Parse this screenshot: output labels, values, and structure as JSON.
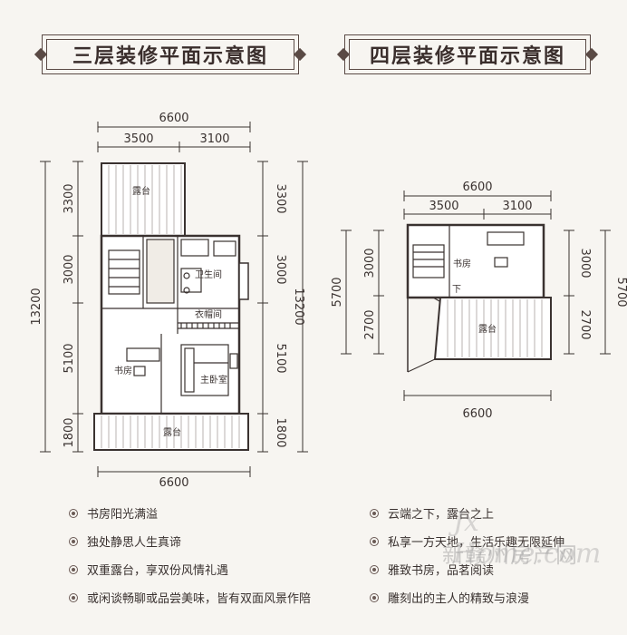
{
  "floor3": {
    "title": "三层装修平面示意图",
    "dim_top_total": "6600",
    "dim_top_left": "3500",
    "dim_top_right": "3100",
    "dim_left_total": "13200",
    "dim_left_segments": [
      "3300",
      "3000",
      "5100",
      "1800"
    ],
    "dim_right_total": "13200",
    "dim_right_segments": [
      "3300",
      "3000",
      "5100",
      "1800"
    ],
    "dim_bottom": "6600",
    "rooms": {
      "terrace_top": "露台",
      "bathroom": "卫生间",
      "wardrobe": "衣帽间",
      "study": "书房",
      "master_bedroom": "主卧室",
      "terrace_bottom": "露台"
    },
    "features": [
      "书房阳光满溢",
      "独处静思人生真谛",
      "双重露台，享双份风情礼遇",
      "或闲谈畅聊或品尝美味，皆有双面风景作陪"
    ]
  },
  "floor4": {
    "title": "四层装修平面示意图",
    "dim_top_total": "6600",
    "dim_top_left": "3500",
    "dim_top_right": "3100",
    "dim_left_total": "5700",
    "dim_left_segments": [
      "3000",
      "2700"
    ],
    "dim_right_total": "5700",
    "dim_right_segments": [
      "3000",
      "2700"
    ],
    "dim_bottom": "6600",
    "rooms": {
      "study": "书房",
      "down": "下",
      "terrace": "露台"
    },
    "features": [
      "云端之下，露台之上",
      "私享一方天地，生活乐趣无限延伸",
      "雅致书房，品茗阅读",
      "雕刻出的主人的精致与浪漫"
    ]
  },
  "watermark": {
    "latin": "Jx Home.com",
    "chinese": "新赣州房产网"
  },
  "colors": {
    "line": "#3a3230",
    "background": "#f7f5f1",
    "accent": "#5a4a45"
  }
}
